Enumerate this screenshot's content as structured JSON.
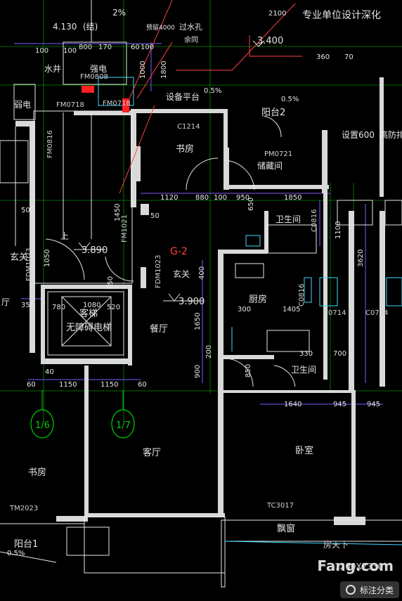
{
  "colors": {
    "background": "#000000",
    "wall": "#d9d9d9",
    "grid": "#00c800",
    "dimension": "#7a5cff",
    "annotation": "#ff4040",
    "text": "#e6e6e6",
    "cyan": "#3fd7ff",
    "yellow": "#f0e040"
  },
  "header": {
    "elev_top": "4.130",
    "struct": "(结)",
    "slope_top": "2%",
    "reserve": "预留4000",
    "overflow": "过水孔",
    "remain": "余同",
    "specialist": "专业单位设计深化",
    "elev_right": "3.400",
    "dim_2100": "2100"
  },
  "rooms": {
    "shaft_water": "水井",
    "shaft_power": "强电",
    "power_weak": "弱电",
    "equip_platform": "设备平台",
    "balcony2": "阳台2",
    "study_top": "书房",
    "storage": "储藏间",
    "equip600": "设置600",
    "fire": "高防排",
    "bath_upper": "卫生间",
    "entry": "玄关",
    "foyer_right": "玄关",
    "kitchen": "厨房",
    "dining": "餐厅",
    "lift_guest": "客梯",
    "lift_barrier": "无障碍电梯",
    "bath_lower": "卫生间",
    "living_mid": "客厅",
    "bedroom": "卧室",
    "study_left": "书房",
    "balcony1": "阳台1",
    "bay_window": "飘窗",
    "up": "上",
    "stairs_l": "厅"
  },
  "tags": {
    "door_fm0808": "FM0808",
    "door_fm0718": "FM0718",
    "door_fm0718b": "FM0718",
    "door_fm0816": "FM0816",
    "door_pm0721": "PM0721",
    "win_c1214": "C1214",
    "door_fdm1023": "FDM1023",
    "door_fdm1023b": "FDM1023",
    "door_fm1021": "FM1021",
    "door_tm2023": "TM2023",
    "win_tc3017": "TC3017",
    "win_c0714": "C0714",
    "win_c0714b": "C0714",
    "win_c0816": "C0816",
    "win_c0816b": "C0816",
    "type_g2": "G-2",
    "grid_16": "1/6",
    "grid_17": "1/7",
    "size_bottom": "1200X2330"
  },
  "levels": {
    "stair": "3.890",
    "hall": "3.900",
    "slope_a": "0.5%",
    "slope_b": "0.5%",
    "slope_c": "0.5%"
  },
  "dims": {
    "d100a": "100",
    "d100b": "100",
    "d800a": "800",
    "d170": "170",
    "d60a": "60",
    "d100c": "100",
    "d1000": "1000",
    "d1800": "1800",
    "d1120": "1120",
    "d880": "880",
    "d100d": "100",
    "d950": "950",
    "d1850": "1850",
    "d50a": "50",
    "d500": "500",
    "d1050": "1050",
    "d780": "780",
    "d1080": "1080",
    "d520": "520",
    "d350": "350",
    "d1150a": "1150",
    "d1150b": "1150",
    "d40a": "40",
    "d60b": "60",
    "d60c": "60",
    "d1650": "1650",
    "d900": "900",
    "d200": "200",
    "d850": "850",
    "d300": "300",
    "d1405": "1405",
    "d330": "330",
    "d700": "700",
    "d1640": "1640",
    "d945a": "945",
    "d945b": "945",
    "d1100": "1100",
    "d3620": "3620",
    "d360": "360",
    "d70": "70",
    "d400": "400",
    "d250": "250",
    "d1450": "1450",
    "d650": "650"
  },
  "watermark": {
    "brand": "Fang.com",
    "cn": "房天下",
    "tag_label": "标注分类"
  }
}
